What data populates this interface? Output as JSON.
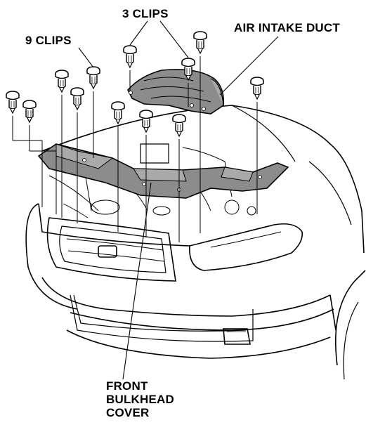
{
  "labels": {
    "nine_clips": "9 CLIPS",
    "three_clips": "3 CLIPS",
    "air_intake_duct": "AIR INTAKE DUCT",
    "front_bulkhead_cover": [
      "FRONT",
      "BULKHEAD",
      "COVER"
    ]
  },
  "colors": {
    "line": "#000000",
    "part_fill": "#8c8c8c",
    "part_fill_light": "#a9a9a9",
    "background": "#ffffff"
  }
}
